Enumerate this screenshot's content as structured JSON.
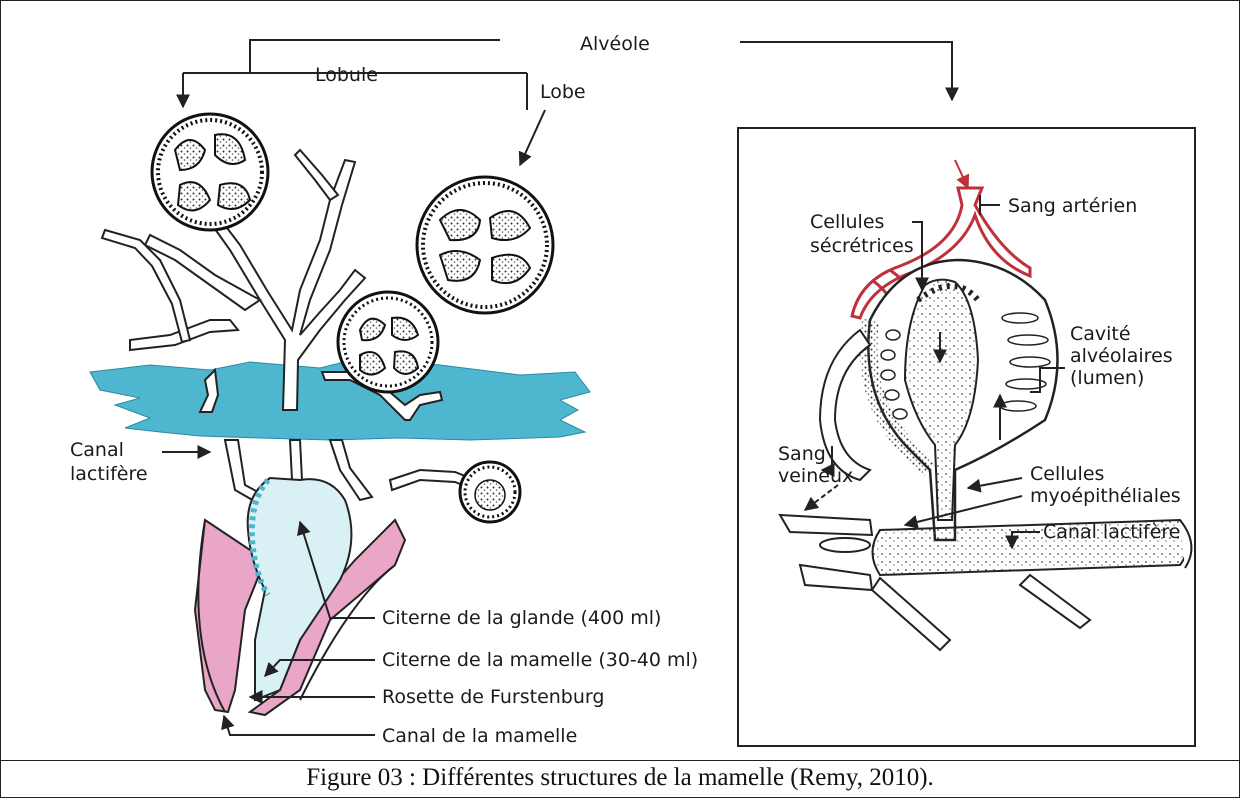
{
  "labels": {
    "alveole": "Alvéole",
    "lobule": "Lobule",
    "lobe": "Lobe",
    "canal_lactifere_left": "Canal\nlactifère",
    "citerne_glande": "Citerne de la glande (400 ml)",
    "citerne_mamelle": "Citerne de la mamelle (30-40 ml)",
    "rosette": "Rosette de Furstenburg",
    "canal_mamelle": "Canal de la mamelle",
    "cellules_secretrices": "Cellules\nsécrétrices",
    "sang_arteriel": "Sang artérien",
    "cavite": "Cavité\nalvéolaires\n(lumen)",
    "sang_veineux": "Sang\nveineux",
    "cellules_myo": "Cellules\nmyoépithéliales",
    "canal_lactifere_right": "Canal lactifère"
  },
  "caption": "Figure 03 : Différentes structures de la mamelle (Remy, 2010).",
  "colors": {
    "fat_pad": "#4fb6d0",
    "cistern": "#d9f1f4",
    "teat_pink": "#e9a6c6",
    "blood_red": "#c0303a",
    "ink": "#222222"
  }
}
